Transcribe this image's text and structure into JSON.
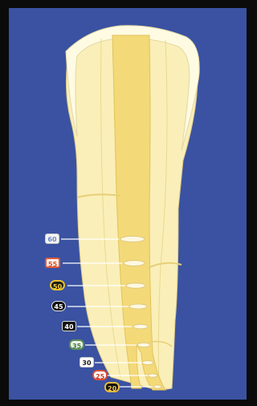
{
  "colors": {
    "background": "#3a52a1",
    "frame": "#0b0b0b",
    "tooth": "#faefb8",
    "canal": "#f3d978",
    "enamel": "#fffbe3"
  },
  "file_sizes": [
    {
      "label": "60",
      "style": "white"
    },
    {
      "label": "55",
      "style": "red"
    },
    {
      "label": "50",
      "style": "yellow"
    },
    {
      "label": "45",
      "style": "black"
    },
    {
      "label": "40",
      "style": "blackq"
    },
    {
      "label": "35",
      "style": "green"
    },
    {
      "label": "30",
      "style": "plain"
    },
    {
      "label": "25",
      "style": "redw"
    },
    {
      "label": "20",
      "style": "gold"
    }
  ]
}
